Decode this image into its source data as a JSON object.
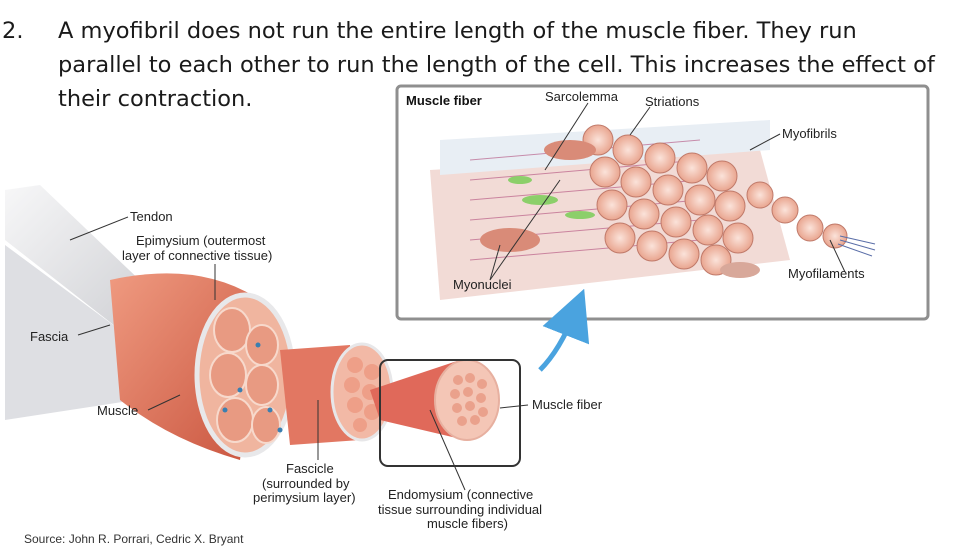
{
  "slide": {
    "number": "2.",
    "text": "A myofibril does not run the entire length of the muscle fiber. They run parallel to each other to run the length of the cell. This increases the effect of their contraction."
  },
  "diagram": {
    "inset_title": "Muscle fiber",
    "labels": {
      "sarcolemma": "Sarcolemma",
      "striations": "Striations",
      "myofibrils": "Myofibrils",
      "myofilaments": "Myofilaments",
      "myonuclei": "Myonuclei",
      "tendon": "Tendon",
      "epimysium_1": "Epimysium (outermost",
      "epimysium_2": "layer of connective tissue)",
      "fascia": "Fascia",
      "muscle": "Muscle",
      "muscle_fiber": "Muscle fiber",
      "fascicle_1": "Fascicle",
      "fascicle_2": "(surrounded by",
      "fascicle_3": "perimysium layer)",
      "endomysium_1": "Endomysium (connective",
      "endomysium_2": "tissue surrounding individual",
      "endomysium_3": "muscle fibers)"
    },
    "colors": {
      "muscle": "#e07a5f",
      "muscle_dark": "#c85a45",
      "muscle_light": "#f4c2b0",
      "tendon": "#e8e8ea",
      "accent_arrow": "#4aa3df",
      "nucleus": "#3b7fb0"
    }
  },
  "source": "Source: John R. Porrari, Cedric X. Bryant"
}
